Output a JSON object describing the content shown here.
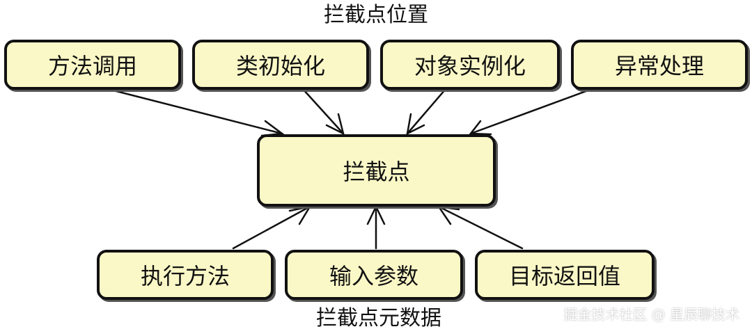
{
  "top_title": "拦截点位置",
  "top_nodes": [
    "方法调用",
    "类初始化",
    "对象实例化",
    "异常处理"
  ],
  "center_node": "拦截点",
  "bottom_nodes": [
    "执行方法",
    "输入参数",
    "目标返回值"
  ],
  "bottom_title": "拦截点元数据",
  "watermark": "掘金技术社区 @ 星辰聊技术",
  "colors": {
    "box_fill": "#fbf8c7",
    "border": "#111111",
    "arrow": "#111111"
  }
}
